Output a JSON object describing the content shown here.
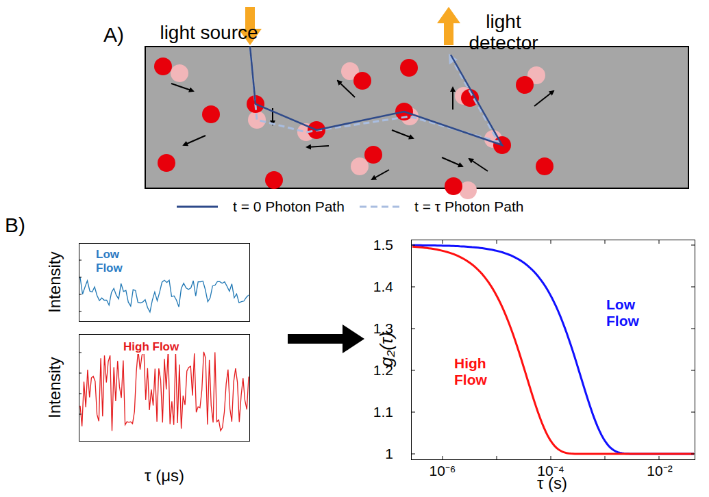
{
  "diagram": {
    "nodes": [
      {
        "text": [
          "Low Flow"
        ]
      },
      {
        "text": [
          "High Flow"
        ]
      },
      {
        "text": [
          "Low Flow",
          "High Flow"
        ]
      }
    ],
    "labels": [
      "A)",
      "light source",
      "light detector",
      "B)",
      "Intensity",
      "Intensity",
      "τ (μs)",
      "g₂(τ)",
      "τ (s)",
      "1.5",
      "1.4",
      "1.3",
      "1.2",
      "1.1",
      "1",
      "10⁻⁶",
      "10⁻⁴",
      "10⁻²"
    ],
    "legend": [
      {
        "text": "t = 0 Photon Path"
      },
      {
        "text": "t = τ Photon Path"
      }
    ]
  }
}
